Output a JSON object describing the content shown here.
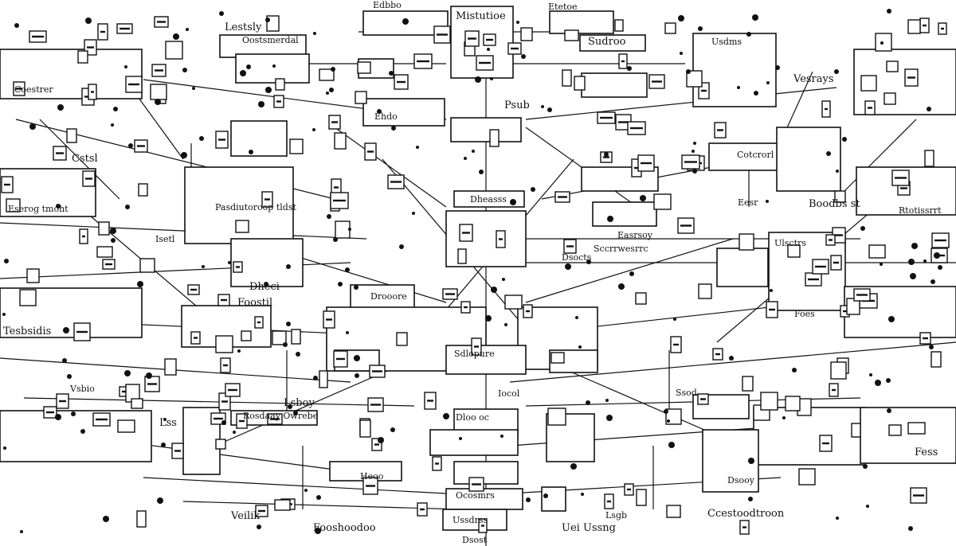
{
  "diagram": {
    "colors": {
      "ink": "#111111",
      "background": "#ffffff"
    },
    "labels": {
      "top_center": "Mistutioe",
      "top_small": "Edbbo",
      "top_right_small": "Etetoe",
      "top_right_box": "Sudroo",
      "top_left": "Lestsly",
      "top_left_box": "Oostsmerdal",
      "top_right_far": "Usdms",
      "right_edge": "Vesrays",
      "left_box": "Coestrer",
      "mid_center_top": "Psub",
      "mid_center_small": "Ehdo",
      "mid_left_side": "Cstsl",
      "mid_left_chain": "Eserog tmoht",
      "mid_left_box": "Pasdiutoroop tldst",
      "center_chain": "Dheasss",
      "left_label": "Isetl",
      "right_box_label": "Cotcrorl",
      "right_mid_label": "Eesr",
      "right_edge_box": "Boodbs st",
      "right_edge_small": "Rtotissrrt",
      "center_right_label": "Easrsoy",
      "center_right_low": "Sccrrwesrrc",
      "right_chip": "Ulsctrs",
      "center_mid": "Dsocts",
      "center_box": "Drooore",
      "left_mid": "Foostil",
      "left_mid2": "Dheci",
      "right_lower": "Foes",
      "left_row": "Tesbsidis",
      "center_box2": "Sdlopure",
      "left_low_small": "Vsbio",
      "center_low_label": "Iocol",
      "center_lower_box": "Lsboy",
      "left_low_chain": "Rosdaay Owrebe",
      "right_low_chip": "Ssod",
      "center_low_box": "Dloo oc",
      "left_low_box": "Lss",
      "right_low_row": "Fess",
      "center_low_mid": "Heoo",
      "center_bottom_box": "Ocosmrs",
      "bottom_left": "Veilik",
      "bottom_left2": "Fooshoodoo",
      "bottom_center": "Ussdrss",
      "bottom_center2": "Dsost",
      "bottom_right": "Ccestoodtroon",
      "bottom_mid_right": "Uei Ussng",
      "bottom_small": "Lsgb",
      "bottom_tiny": "Dsooy"
    }
  }
}
